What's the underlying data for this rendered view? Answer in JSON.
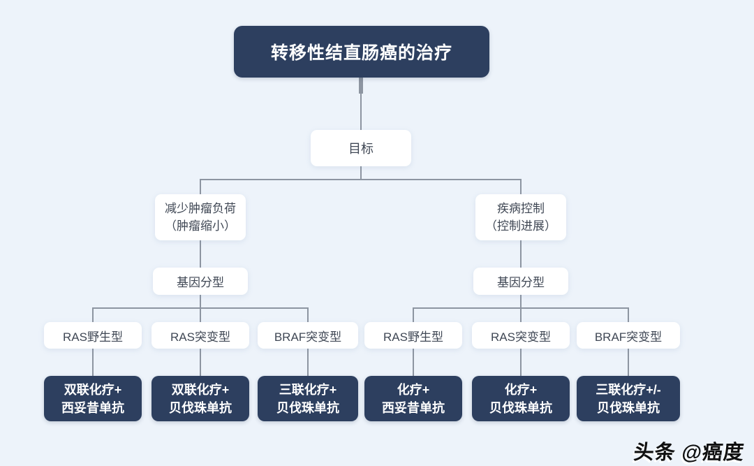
{
  "colors": {
    "background": "#edf3fa",
    "node_dark": "#2d3f5f",
    "node_light": "#ffffff",
    "text_dark": "#3f4754",
    "text_light": "#ffffff",
    "connector": "#8d95a1"
  },
  "flowchart": {
    "root": {
      "label": "转移性结直肠癌的治疗"
    },
    "goal": {
      "label": "目标"
    },
    "branches": [
      {
        "objective_line1": "减少肿瘤负荷",
        "objective_line2": "（肿瘤缩小）",
        "genotyping_label": "基因分型",
        "genotypes": [
          {
            "label": "RAS野生型",
            "treatment_line1": "双联化疗+",
            "treatment_line2": "西妥昔单抗"
          },
          {
            "label": "RAS突变型",
            "treatment_line1": "双联化疗+",
            "treatment_line2": "贝伐珠单抗"
          },
          {
            "label": "BRAF突变型",
            "treatment_line1": "三联化疗+",
            "treatment_line2": "贝伐珠单抗"
          }
        ]
      },
      {
        "objective_line1": "疾病控制",
        "objective_line2": "（控制进展）",
        "genotyping_label": "基因分型",
        "genotypes": [
          {
            "label": "RAS野生型",
            "treatment_line1": "化疗+",
            "treatment_line2": "西妥昔单抗"
          },
          {
            "label": "RAS突变型",
            "treatment_line1": "化疗+",
            "treatment_line2": "贝伐珠单抗"
          },
          {
            "label": "BRAF突变型",
            "treatment_line1": "三联化疗+/-",
            "treatment_line2": "贝伐珠单抗"
          }
        ]
      }
    ]
  },
  "watermark": {
    "text": "头条 @癌度"
  }
}
